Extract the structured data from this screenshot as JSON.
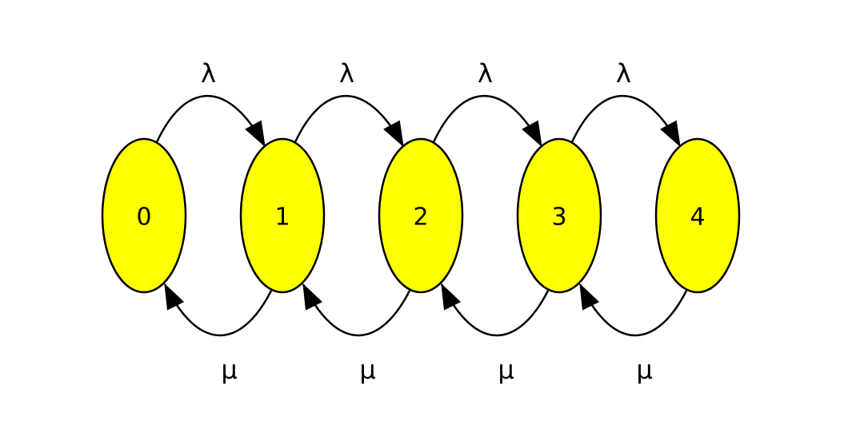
{
  "diagram": {
    "type": "birth-death-chain",
    "colors": {
      "node_fill": "#ffff00",
      "stroke": "#000000",
      "background": "#ffffff"
    },
    "nodes": [
      {
        "id": "0",
        "label": "0"
      },
      {
        "id": "1",
        "label": "1"
      },
      {
        "id": "2",
        "label": "2"
      },
      {
        "id": "3",
        "label": "3"
      },
      {
        "id": "4",
        "label": "4"
      }
    ],
    "forward_edges": [
      {
        "from": "0",
        "to": "1",
        "label": "λ"
      },
      {
        "from": "1",
        "to": "2",
        "label": "λ"
      },
      {
        "from": "2",
        "to": "3",
        "label": "λ"
      },
      {
        "from": "3",
        "to": "4",
        "label": "λ"
      }
    ],
    "backward_edges": [
      {
        "from": "1",
        "to": "0",
        "label": "μ"
      },
      {
        "from": "2",
        "to": "1",
        "label": "μ"
      },
      {
        "from": "3",
        "to": "2",
        "label": "μ"
      },
      {
        "from": "4",
        "to": "3",
        "label": "μ"
      }
    ]
  }
}
